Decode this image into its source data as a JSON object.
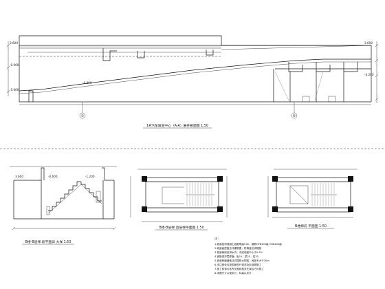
{
  "drawing": {
    "section_title": "1#汽车坡道中心（A-A）展开剖面图 1:50",
    "section_marks": [
      "①",
      "⑥"
    ],
    "plan1_title": "B楼-B层梯 段平面详 大样 1:50",
    "plan2_title": "B楼-B层梯 首层梯平面图 1:50",
    "plan3_title": "B楼梯间 平面图 1:50",
    "level_labels": [
      "3.600",
      "3.600",
      "-0.900",
      "-4.800",
      "-5.600",
      "-4.200",
      "3.600",
      "-0.600",
      "-1.200"
    ],
    "notes_heading": "注：",
    "notes": [
      "1.坡道结构混凝土强度等级C30，钢筋HPB300级 HRB400级",
      "2.坡道面层做法详建筑图，防滑做法详建施",
      "3.坡道两侧设排水沟，沟底坡度不小于0.5%",
      "4.钢筋保护层厚度：板15，梁25，柱30",
      "5.坡道伸缩缝做法详建筑大样图，间距不大于30m",
      "6.未注明处均按国家现行规范及标准图施工",
      "7.施工前请与各专业图纸核对无误后方可施工",
      "8.本图尺寸以毫米计，标高以米计"
    ]
  }
}
